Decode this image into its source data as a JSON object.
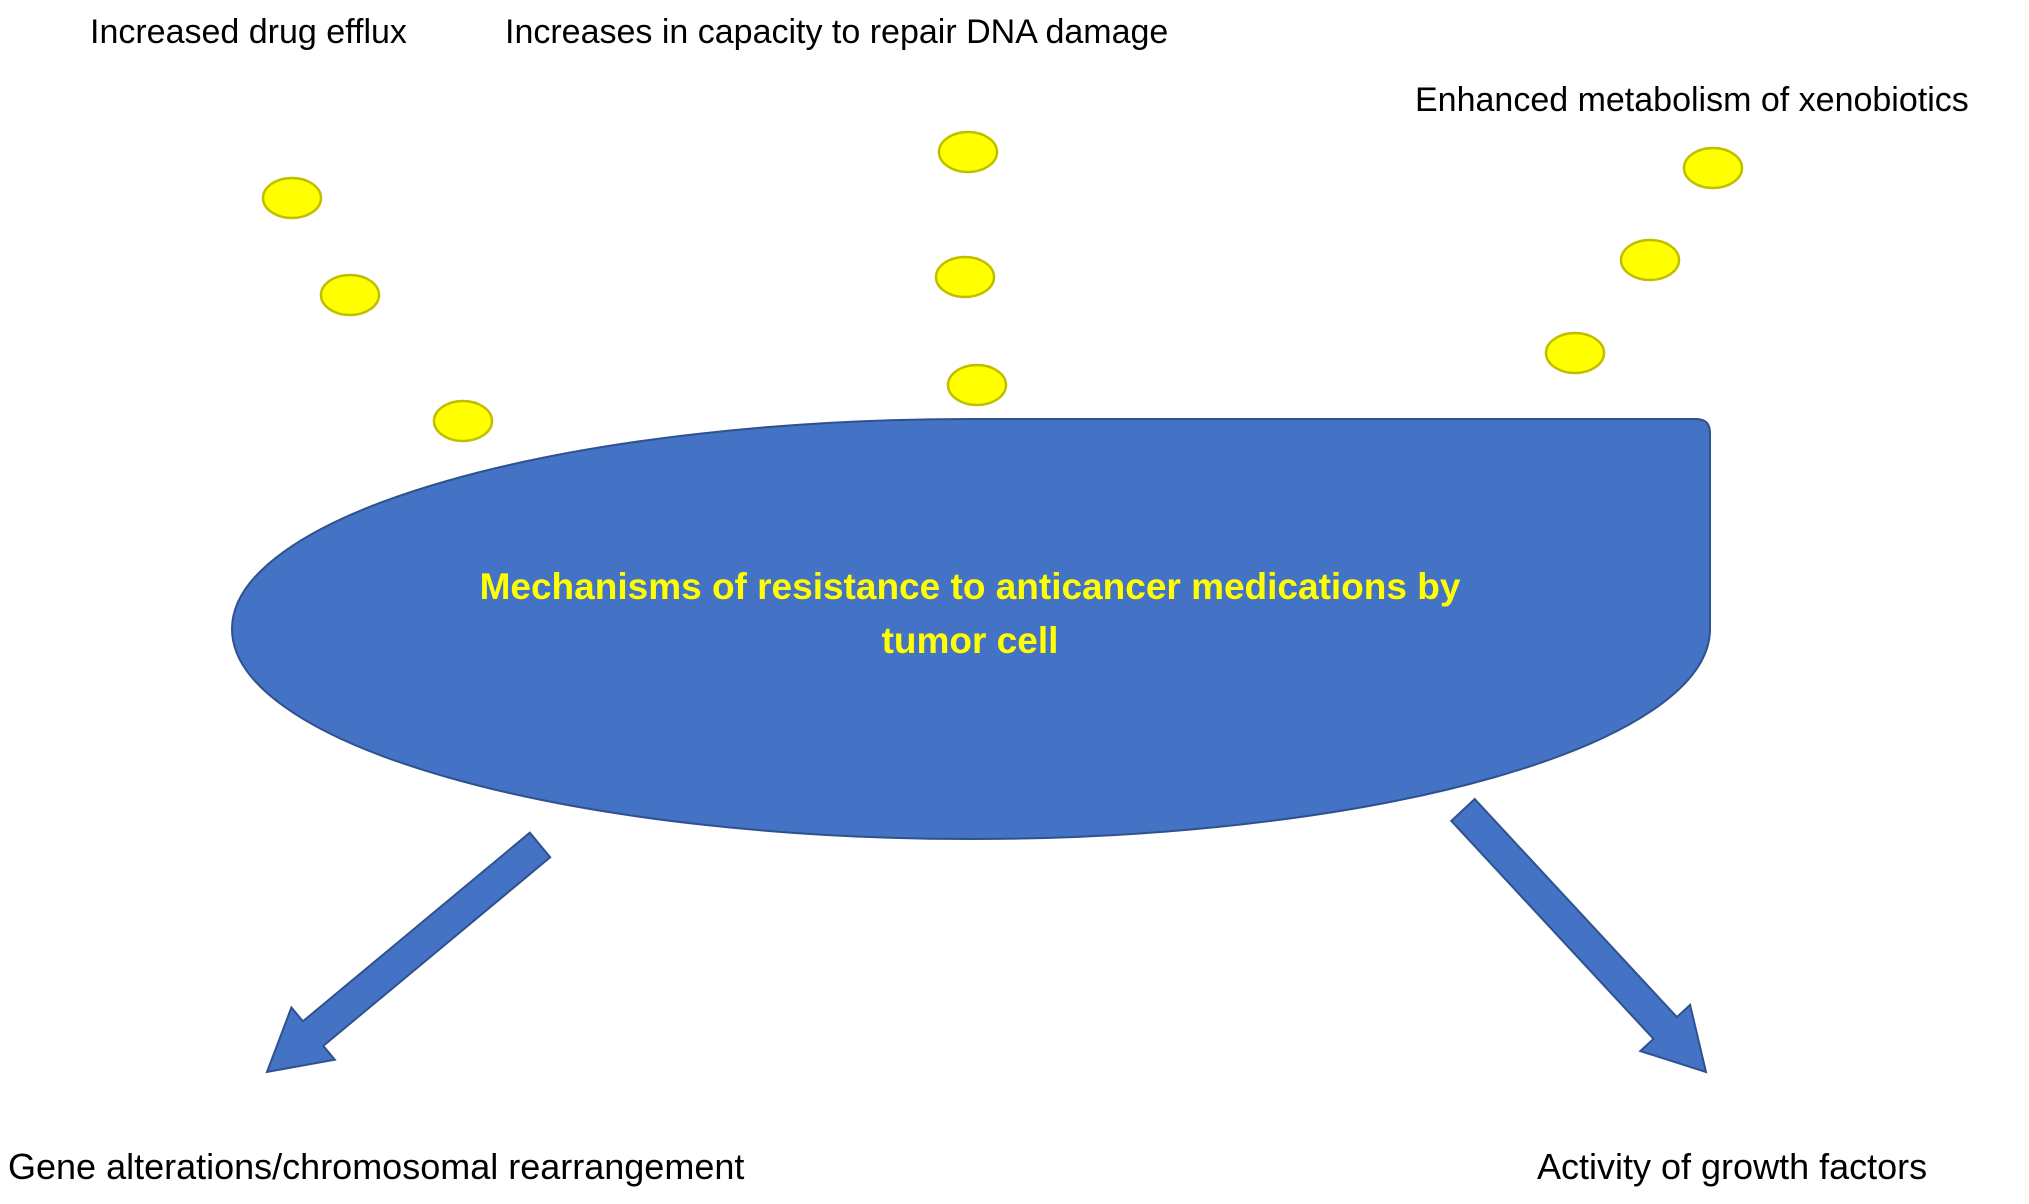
{
  "diagram": {
    "top_labels": {
      "drug_efflux": "Increased drug efflux",
      "dna_repair": "Increases in capacity to repair DNA damage",
      "xenobiotics": "Enhanced metabolism of xenobiotics"
    },
    "bottom_labels": {
      "gene_alterations": "Gene alterations/chromosomal rearrangement",
      "growth_factors": "Activity of growth factors"
    },
    "central_shape": {
      "line1": "Mechanisms of resistance to anticancer medications by",
      "line2": "tumor cell"
    },
    "colors": {
      "shape_fill": "#4472C4",
      "shape_stroke": "#2F528F",
      "arrow_fill": "#4472C4",
      "arrow_stroke": "#2F528F",
      "dot_fill": "#FFFF00",
      "dot_stroke": "#BFBF00",
      "shape_text": "#FFFF00",
      "label_text": "#000000",
      "background": "#FFFFFF"
    }
  }
}
